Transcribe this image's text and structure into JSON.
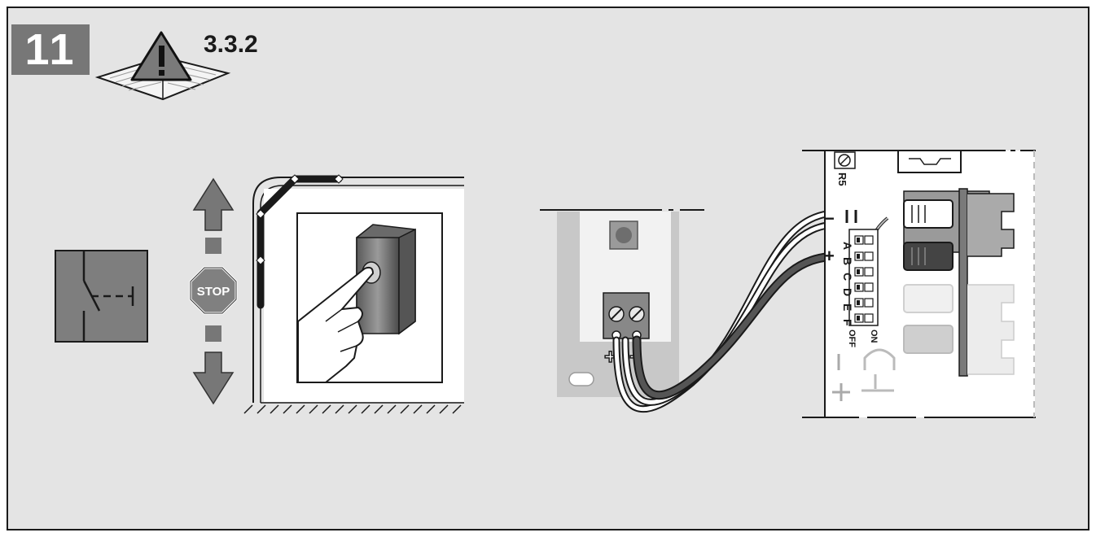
{
  "step": {
    "number": "11"
  },
  "reference": {
    "section": "3.3.2"
  },
  "icons": {
    "manual": "manual-warning-icon",
    "switch": "nc-switch-symbol-icon",
    "stop": "stop-sign-icon",
    "hand": "hand-pressing-button-icon"
  },
  "stop_sign": {
    "label": "STOP"
  },
  "terminal_labels": {
    "plus": "+",
    "minus": "−"
  },
  "board": {
    "pot_label": "R5",
    "dip_letters": [
      "A",
      "B",
      "C",
      "D",
      "E",
      "F"
    ],
    "dip_off": "OFF",
    "dip_on": "ON",
    "polarity_plus": "+",
    "polarity_minus": "−"
  },
  "colors": {
    "panel_bg": "#e4e4e4",
    "badge_bg": "#777777",
    "arrow": "#777777",
    "wire_dark": "#3a3a3a",
    "stop_sign": "#808080"
  }
}
